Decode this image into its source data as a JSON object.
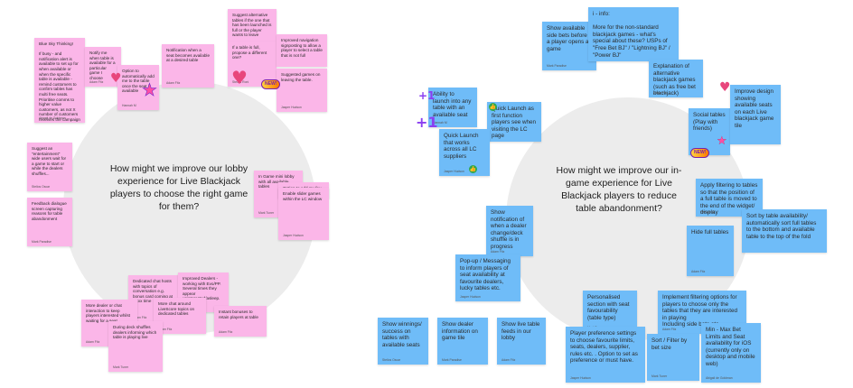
{
  "board_left": {
    "question": "How might we improve our lobby experience for Live Blackjack players to choose the right game for them?",
    "notes": [
      {
        "text": "Blue Sky Thinking!\n\nIf busy - and notification alert is available to set up for when available or when the specific table is available - remind customers to confirm tables has multi free seats. Prioritise comms to higher value customers, as not X number of customers receives the campaign and then table is full again.",
        "author": "Abigail de Goldman"
      },
      {
        "text": "Notify me when table is available for a particular game I choose",
        "author": "Adam Fitz"
      },
      {
        "text": "Option to automatically add me to the table once the seat is available",
        "author": "Hannah M"
      },
      {
        "text": "Notification when a seat becomes available at a desired table",
        "author": "Adam Fitz"
      },
      {
        "text": "Suggest alternative tables if the one that has been launched is full or the player wants to leave",
        "author": ""
      },
      {
        "text": "If a table is full, propose a different one?",
        "author": "Stelios Roni"
      },
      {
        "text": "Improved navigation signposting to allow a player to select a table that is not full",
        "author": ""
      },
      {
        "text": "Suggested games on leaving the table.",
        "author": "Jasper Hudson"
      },
      {
        "text": "Suggest an \"entertainment\" wide users wait for a game to start or while the dealers shuffles...",
        "author": "Stelios Oscar"
      },
      {
        "text": "Feedback dialogue screen capturing reasons for table abandonment",
        "author": "Mark Paradise"
      },
      {
        "text": "In Game mini lobby with all available tables",
        "author": "Mark Tuner"
      },
      {
        "text": "Option to add my fav game to the in game panel and see the table availability real time on the tile",
        "author": ""
      },
      {
        "text": "Enable slider games within the LC window",
        "author": "Jasper Hudson"
      },
      {
        "text": "Dedicated chat hosts with topics of conversation e.g. bonus card coming at xx:xx time",
        "author": "Adam Fitz"
      },
      {
        "text": "Improved Dealers - working with Evo/PP. Several times they appear uninterested/asleep.",
        "author": "Adam Fitz"
      },
      {
        "text": "More chat around LiveScore topics on dedicated tables",
        "author": "Adam Fitz"
      },
      {
        "text": "More dealer or chat interaction to keep players interested whilst waiting for a seat.",
        "author": "Adam Fitz"
      },
      {
        "text": "Instant bonuses to retain players at table",
        "author": "Adam Fitz"
      },
      {
        "text": "During deck shuffles dealers informing which table is playing live",
        "author": "Mark Tuner"
      }
    ]
  },
  "board_right": {
    "question": "How might we improve our in-game experience for Live Blackjack players to reduce table abandonment?",
    "notes": [
      {
        "text": "Show available side bets before a player opens a game",
        "author": "Mark Paradise"
      },
      {
        "text": "i - info:\n\nMore for the non-standard blackjack games - what's special about these? USPs of \"Free Bet BJ\" / \"Lightning BJ\" / \"Power BJ\"",
        "author": ""
      },
      {
        "text": "Explanation of alternative blackjack games (such as free bet blackjack)",
        "author": "Adam Fitz"
      },
      {
        "text": "Ability to launch into any table with an available seat",
        "author": "Hannah M"
      },
      {
        "text": "Quick Launch as first function players see when visiting the LC page",
        "author": ""
      },
      {
        "text": "Quick Launch that works across all LC suppliers",
        "author": "Jasper Hudson"
      },
      {
        "text": "Social tables (Play with friends)",
        "author": "Mark Tuner"
      },
      {
        "text": "Improve design showing available seats on each Live blackjack game tile",
        "author": ""
      },
      {
        "text": "Apply filtering to tables so that the position of a full table is moved to the end of the widget/ display",
        "author": "Hannah M"
      },
      {
        "text": "Sort by table availability/ automatically sort full tables to the bottom and available table to the top of the fold",
        "author": ""
      },
      {
        "text": "Show notification of when a dealer change/deck shuffle is in progress",
        "author": "Adam Fitz"
      },
      {
        "text": "Hide full tables",
        "author": "Adam Fitz"
      },
      {
        "text": "Pop-up / Messaging to inform players of seat availability at favourite dealers, lucky tables etc.",
        "author": "Jasper Hudson"
      },
      {
        "text": "Personalised section with seat favourability (table type)",
        "author": "Mark Tuner"
      },
      {
        "text": "Implement filtering options for players to choose only the tables that they are interested in playing\nIncluding side bets etc",
        "author": "Adam Fitz"
      },
      {
        "text": "Show winnings/ success on tables with available seats",
        "author": "Stelios Oscar"
      },
      {
        "text": "Show dealer information on game tile",
        "author": "Mark Paradise"
      },
      {
        "text": "Show live table feeds in our lobby",
        "author": "Adam Fitz"
      },
      {
        "text": "Player preference settings to choose favourite limits, seats, dealers, supplier, rules etc. . Option to set as preference or must have.",
        "author": "Jasper Hudson"
      },
      {
        "text": "Sort / Filter by bet size",
        "author": "Mark Tuner"
      },
      {
        "text": "Min - Max Bet Limits and Seat availability for iOS (currently only on desktop and mobile web)",
        "author": "Abigail de Goldman"
      }
    ]
  },
  "stickers": {
    "heart_icon": "♥",
    "star_icon": "★",
    "thumb_icon": "👍",
    "plus_one_label": "+1",
    "new_label": "NEW!"
  },
  "colors": {
    "pink_note": "#fbb6e8",
    "blue_note": "#6fbcf8",
    "circle": "#ececec"
  }
}
